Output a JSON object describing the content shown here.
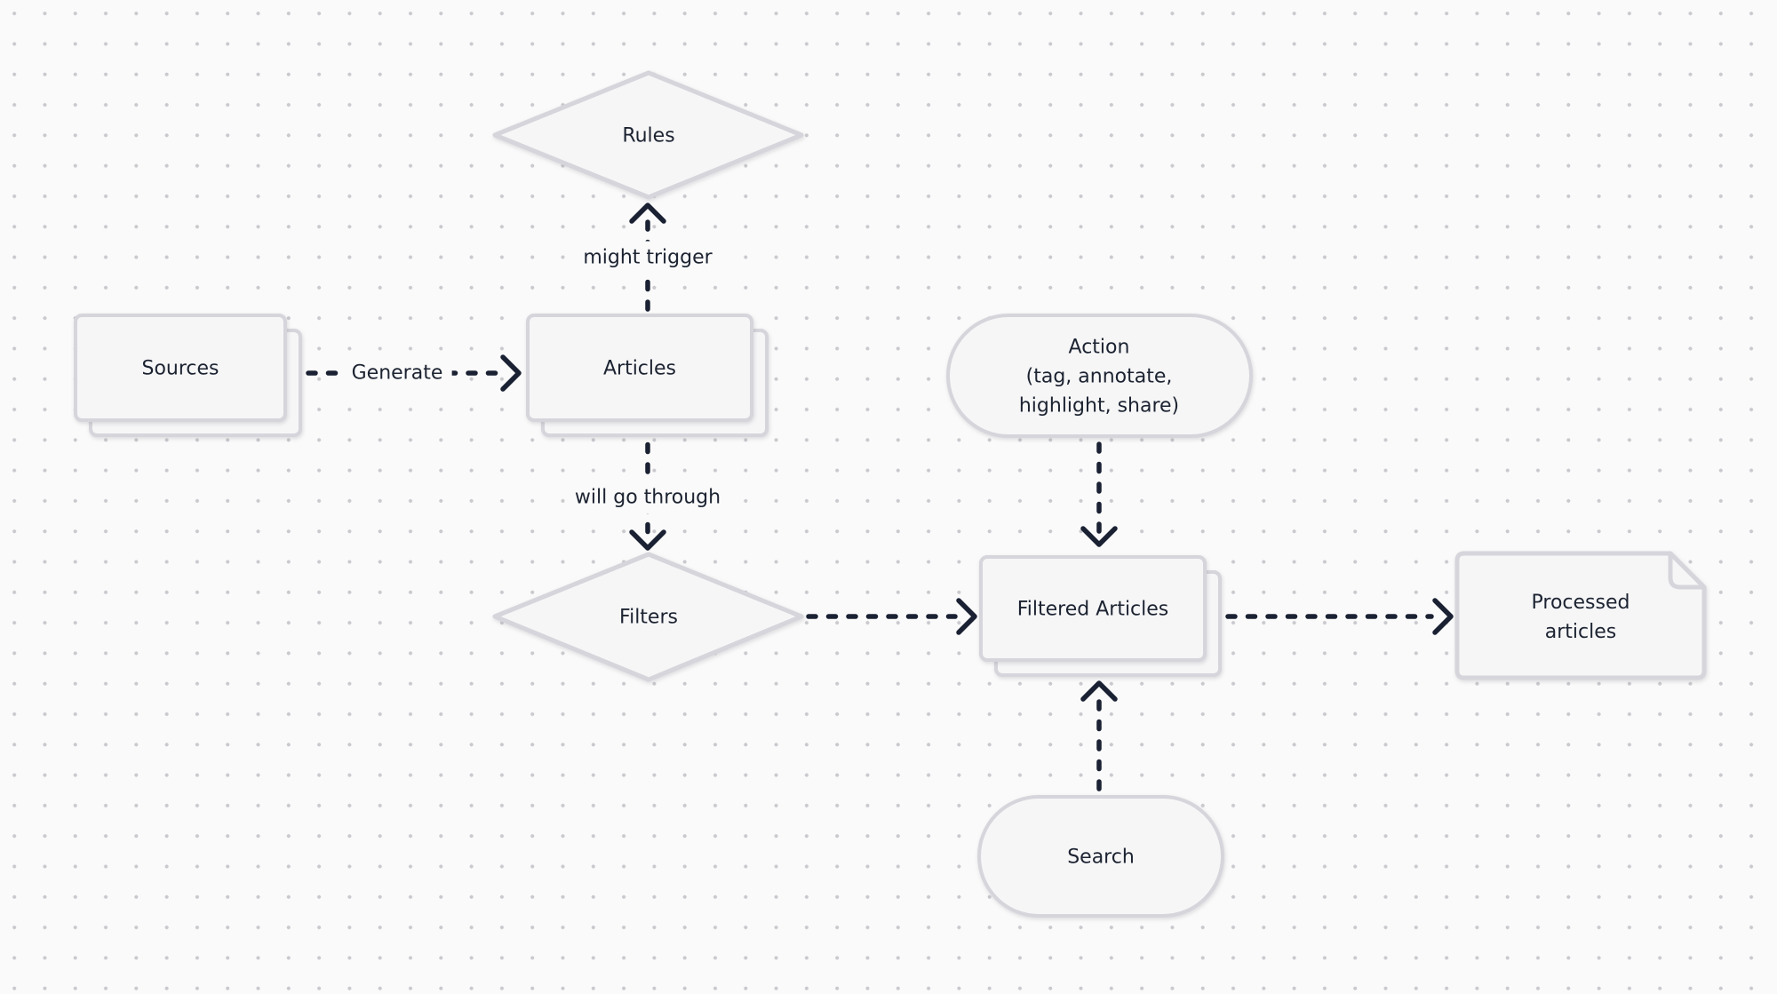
{
  "canvas": {
    "colors": {
      "background": "#fafafa",
      "dot": "#c9c9ce",
      "shape-border": "#d5d5db",
      "shape-fill": "#f6f6f7",
      "arrow": "#1a2133",
      "ink": "#1c2331"
    }
  },
  "nodes": {
    "rules": {
      "label": "Rules",
      "shape": "diamond"
    },
    "sources": {
      "label": "Sources",
      "shape": "stacked-rectangle"
    },
    "articles": {
      "label": "Articles",
      "shape": "stacked-rectangle"
    },
    "action": {
      "label": "Action\n(tag, annotate,\nhighlight, share)",
      "shape": "pill"
    },
    "filters": {
      "label": "Filters",
      "shape": "diamond"
    },
    "filtered_articles": {
      "label": "Filtered Articles",
      "shape": "stacked-rectangle"
    },
    "processed_articles": {
      "label": "Processed\narticles",
      "shape": "document"
    },
    "search": {
      "label": "Search",
      "shape": "pill"
    }
  },
  "edges": {
    "articles_rules": {
      "from": "articles",
      "to": "rules",
      "label": "might trigger",
      "style": "dashed-arrow"
    },
    "sources_articles": {
      "from": "sources",
      "to": "articles",
      "label": "Generate",
      "style": "dashed-arrow"
    },
    "articles_filters": {
      "from": "articles",
      "to": "filters",
      "label": "will go through",
      "style": "dashed-arrow"
    },
    "action_filtered": {
      "from": "action",
      "to": "filtered_articles",
      "label": "",
      "style": "dashed-arrow"
    },
    "filters_filtered": {
      "from": "filters",
      "to": "filtered_articles",
      "label": "",
      "style": "dashed-arrow"
    },
    "filtered_processed": {
      "from": "filtered_articles",
      "to": "processed_articles",
      "label": "",
      "style": "dashed-arrow"
    },
    "search_filtered": {
      "from": "search",
      "to": "filtered_articles",
      "label": "",
      "style": "dashed-arrow"
    }
  }
}
